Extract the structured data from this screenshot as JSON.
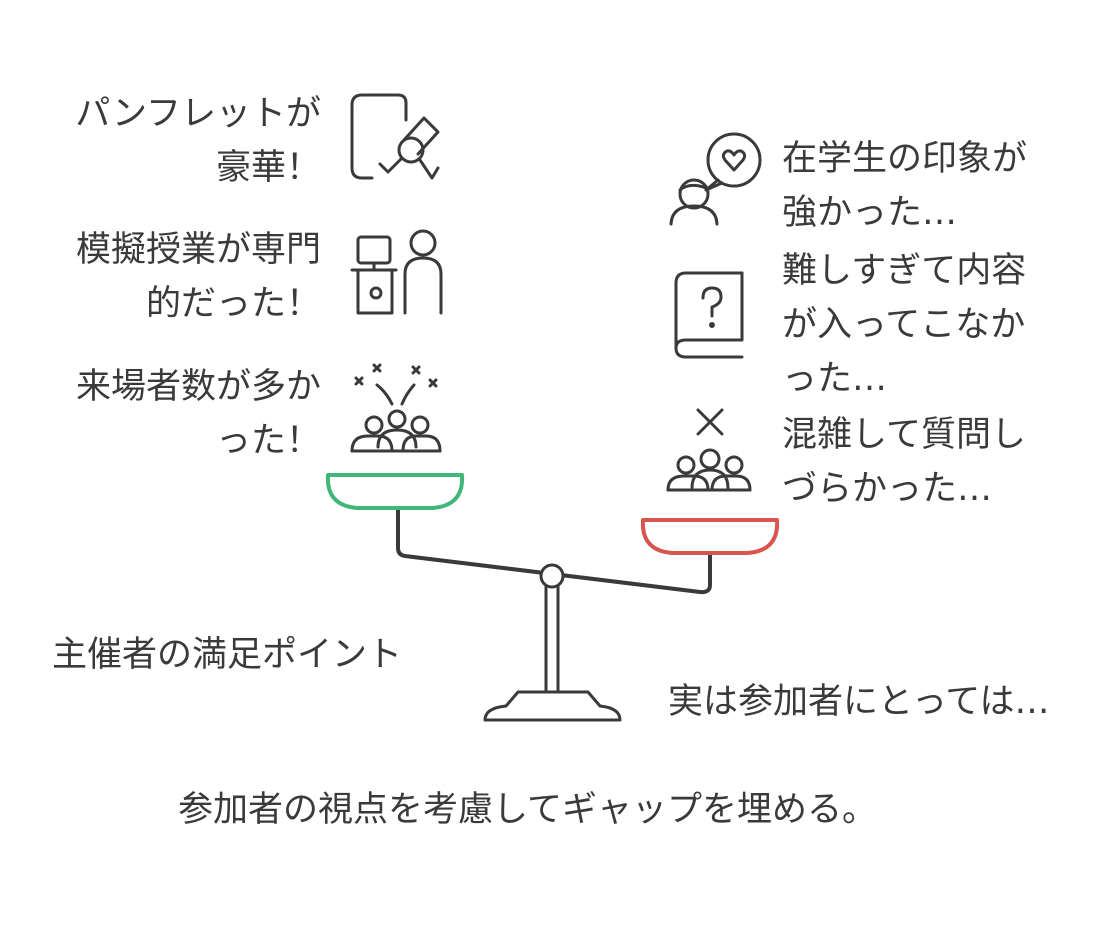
{
  "left_items": [
    {
      "lines": [
        "パンフレットが",
        "豪華！"
      ],
      "icon": "certificate-icon"
    },
    {
      "lines": [
        "模擬授業が専門",
        "的だった！"
      ],
      "icon": "presenter-icon"
    },
    {
      "lines": [
        "来場者数が多か",
        "った！"
      ],
      "icon": "crowd-celebration-icon"
    }
  ],
  "right_items": [
    {
      "lines": [
        "在学生の印象が",
        "強かった…"
      ],
      "icon": "student-heart-icon"
    },
    {
      "lines": [
        "難しすぎて内容",
        "が入ってこなか",
        "った…"
      ],
      "icon": "question-book-icon"
    },
    {
      "lines": [
        "混雑して質問し",
        "づらかった…"
      ],
      "icon": "crowd-cross-icon"
    }
  ],
  "labels": {
    "organizer": "主催者の満足ポイント",
    "participant": "実は参加者にとっては…",
    "conclusion": "参加者の視点を考慮してギャップを埋める。"
  },
  "colors": {
    "left_pan": "#3fb77a",
    "right_pan": "#d9534f",
    "line": "#3a3a3a"
  }
}
